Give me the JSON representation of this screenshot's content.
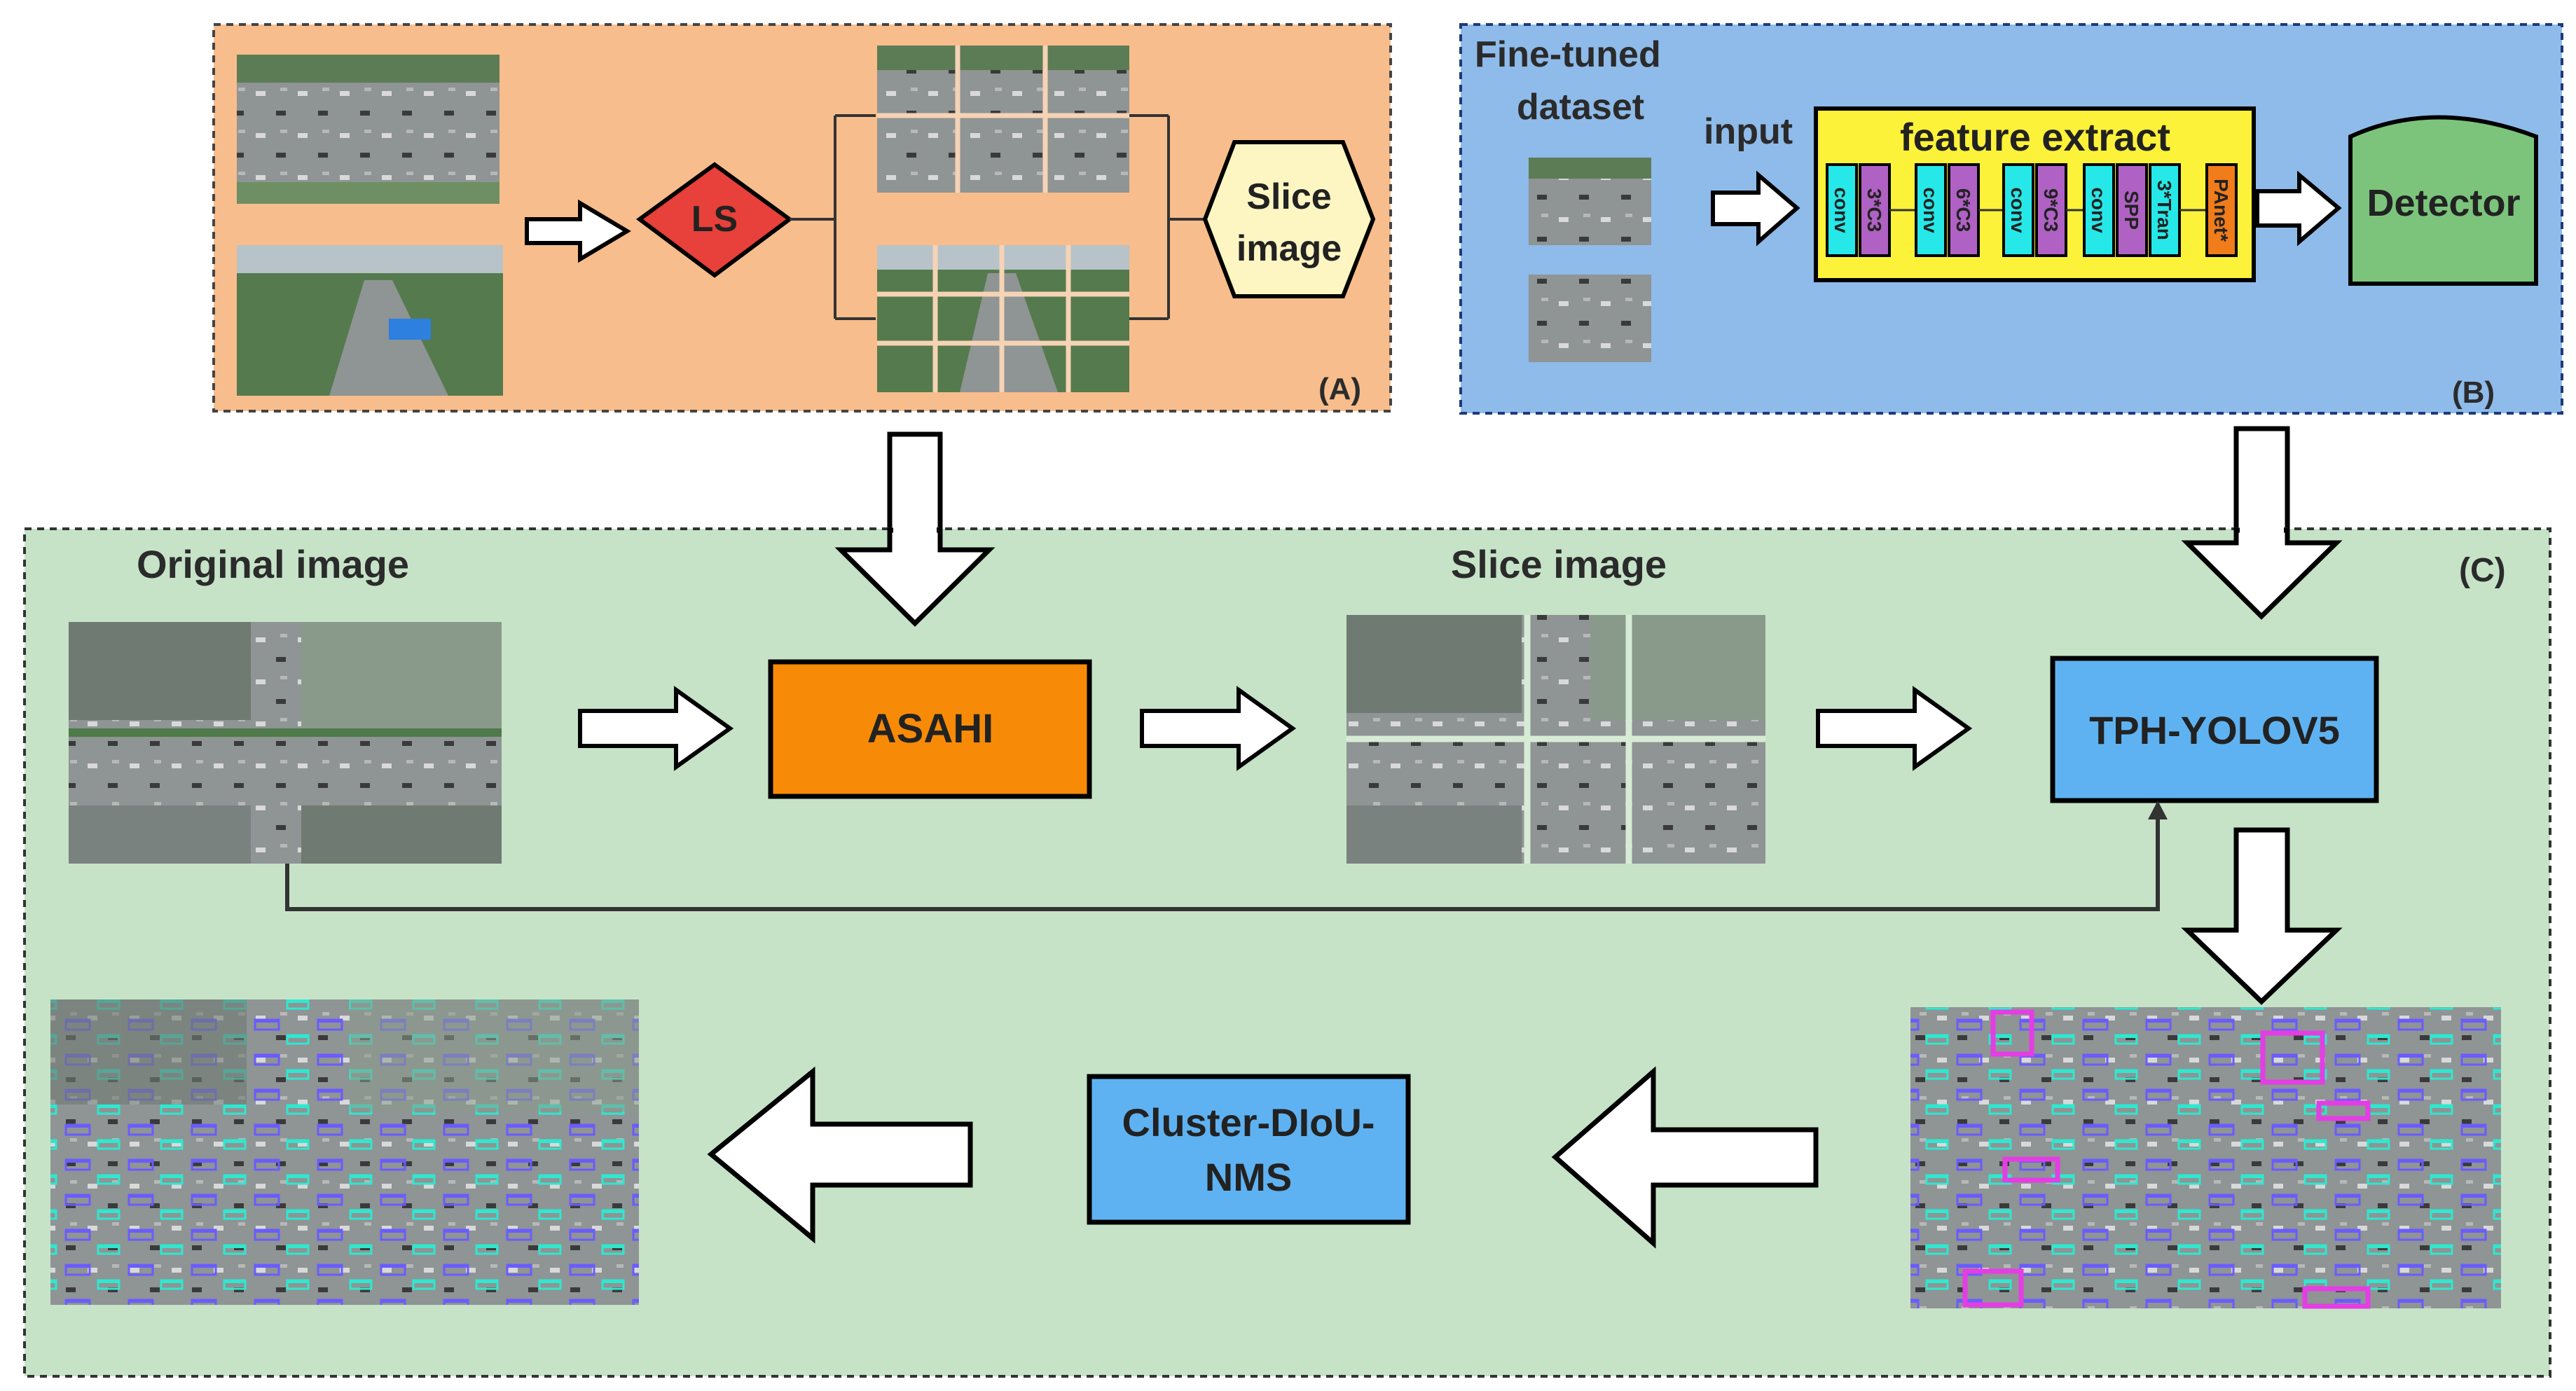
{
  "panel_a": {
    "tag": "(A)",
    "ls_label": "LS",
    "slice_label_line1": "Slice",
    "slice_label_line2": "image"
  },
  "panel_b": {
    "tag": "(B)",
    "title_line1": "Fine-tuned",
    "title_line2": "dataset",
    "input_label": "input",
    "feature_title": "feature extract",
    "blocks": [
      "conv",
      "3*C3",
      "conv",
      "6*C3",
      "conv",
      "9*C3",
      "conv",
      "SPP",
      "3*Tran",
      "PAnet*"
    ],
    "detector_label": "Detector"
  },
  "panel_c": {
    "tag": "(C)",
    "original_label": "Original image",
    "slice_label": "Slice image",
    "asahi_label": "ASAHI",
    "tph_label": "TPH-YOLOV5",
    "cluster_line1": "Cluster-DIoU-",
    "cluster_line2": "NMS"
  },
  "colors": {
    "panel_a_bg": "#f8bd8c",
    "panel_b_bg": "#8ebbe9",
    "panel_c_bg": "#c6e3c8",
    "ls_diamond": "#e8403a",
    "slice_hex": "#fdf6c3",
    "feature_box": "#fdf23a",
    "conv_block": "#27e8e8",
    "c3_block": "#b061c4",
    "panet_block": "#f07c1a",
    "detector": "#7cc47c",
    "asahi_box": "#f78b07",
    "tph_box": "#5fb2f1",
    "cluster_box": "#5fb2f1",
    "aerial_road": "#8f9494",
    "aerial_green": "#4e7a4a"
  }
}
